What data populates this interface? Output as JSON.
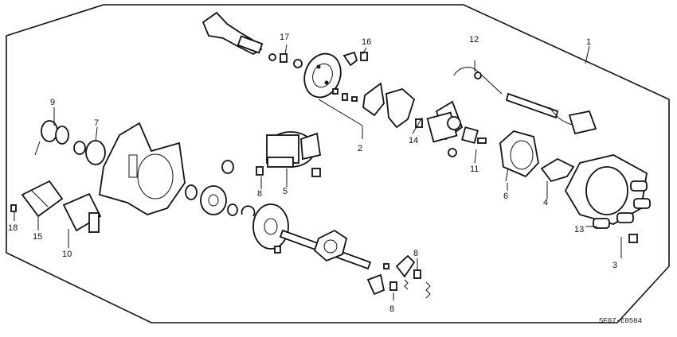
{
  "diagram": {
    "callouts": [
      "1",
      "2",
      "3",
      "4",
      "5",
      "6",
      "7",
      "8",
      "8",
      "8",
      "9",
      "10",
      "11",
      "12",
      "13",
      "14",
      "15",
      "16",
      "17",
      "18"
    ],
    "drawing_code": "SF07-E0504"
  }
}
